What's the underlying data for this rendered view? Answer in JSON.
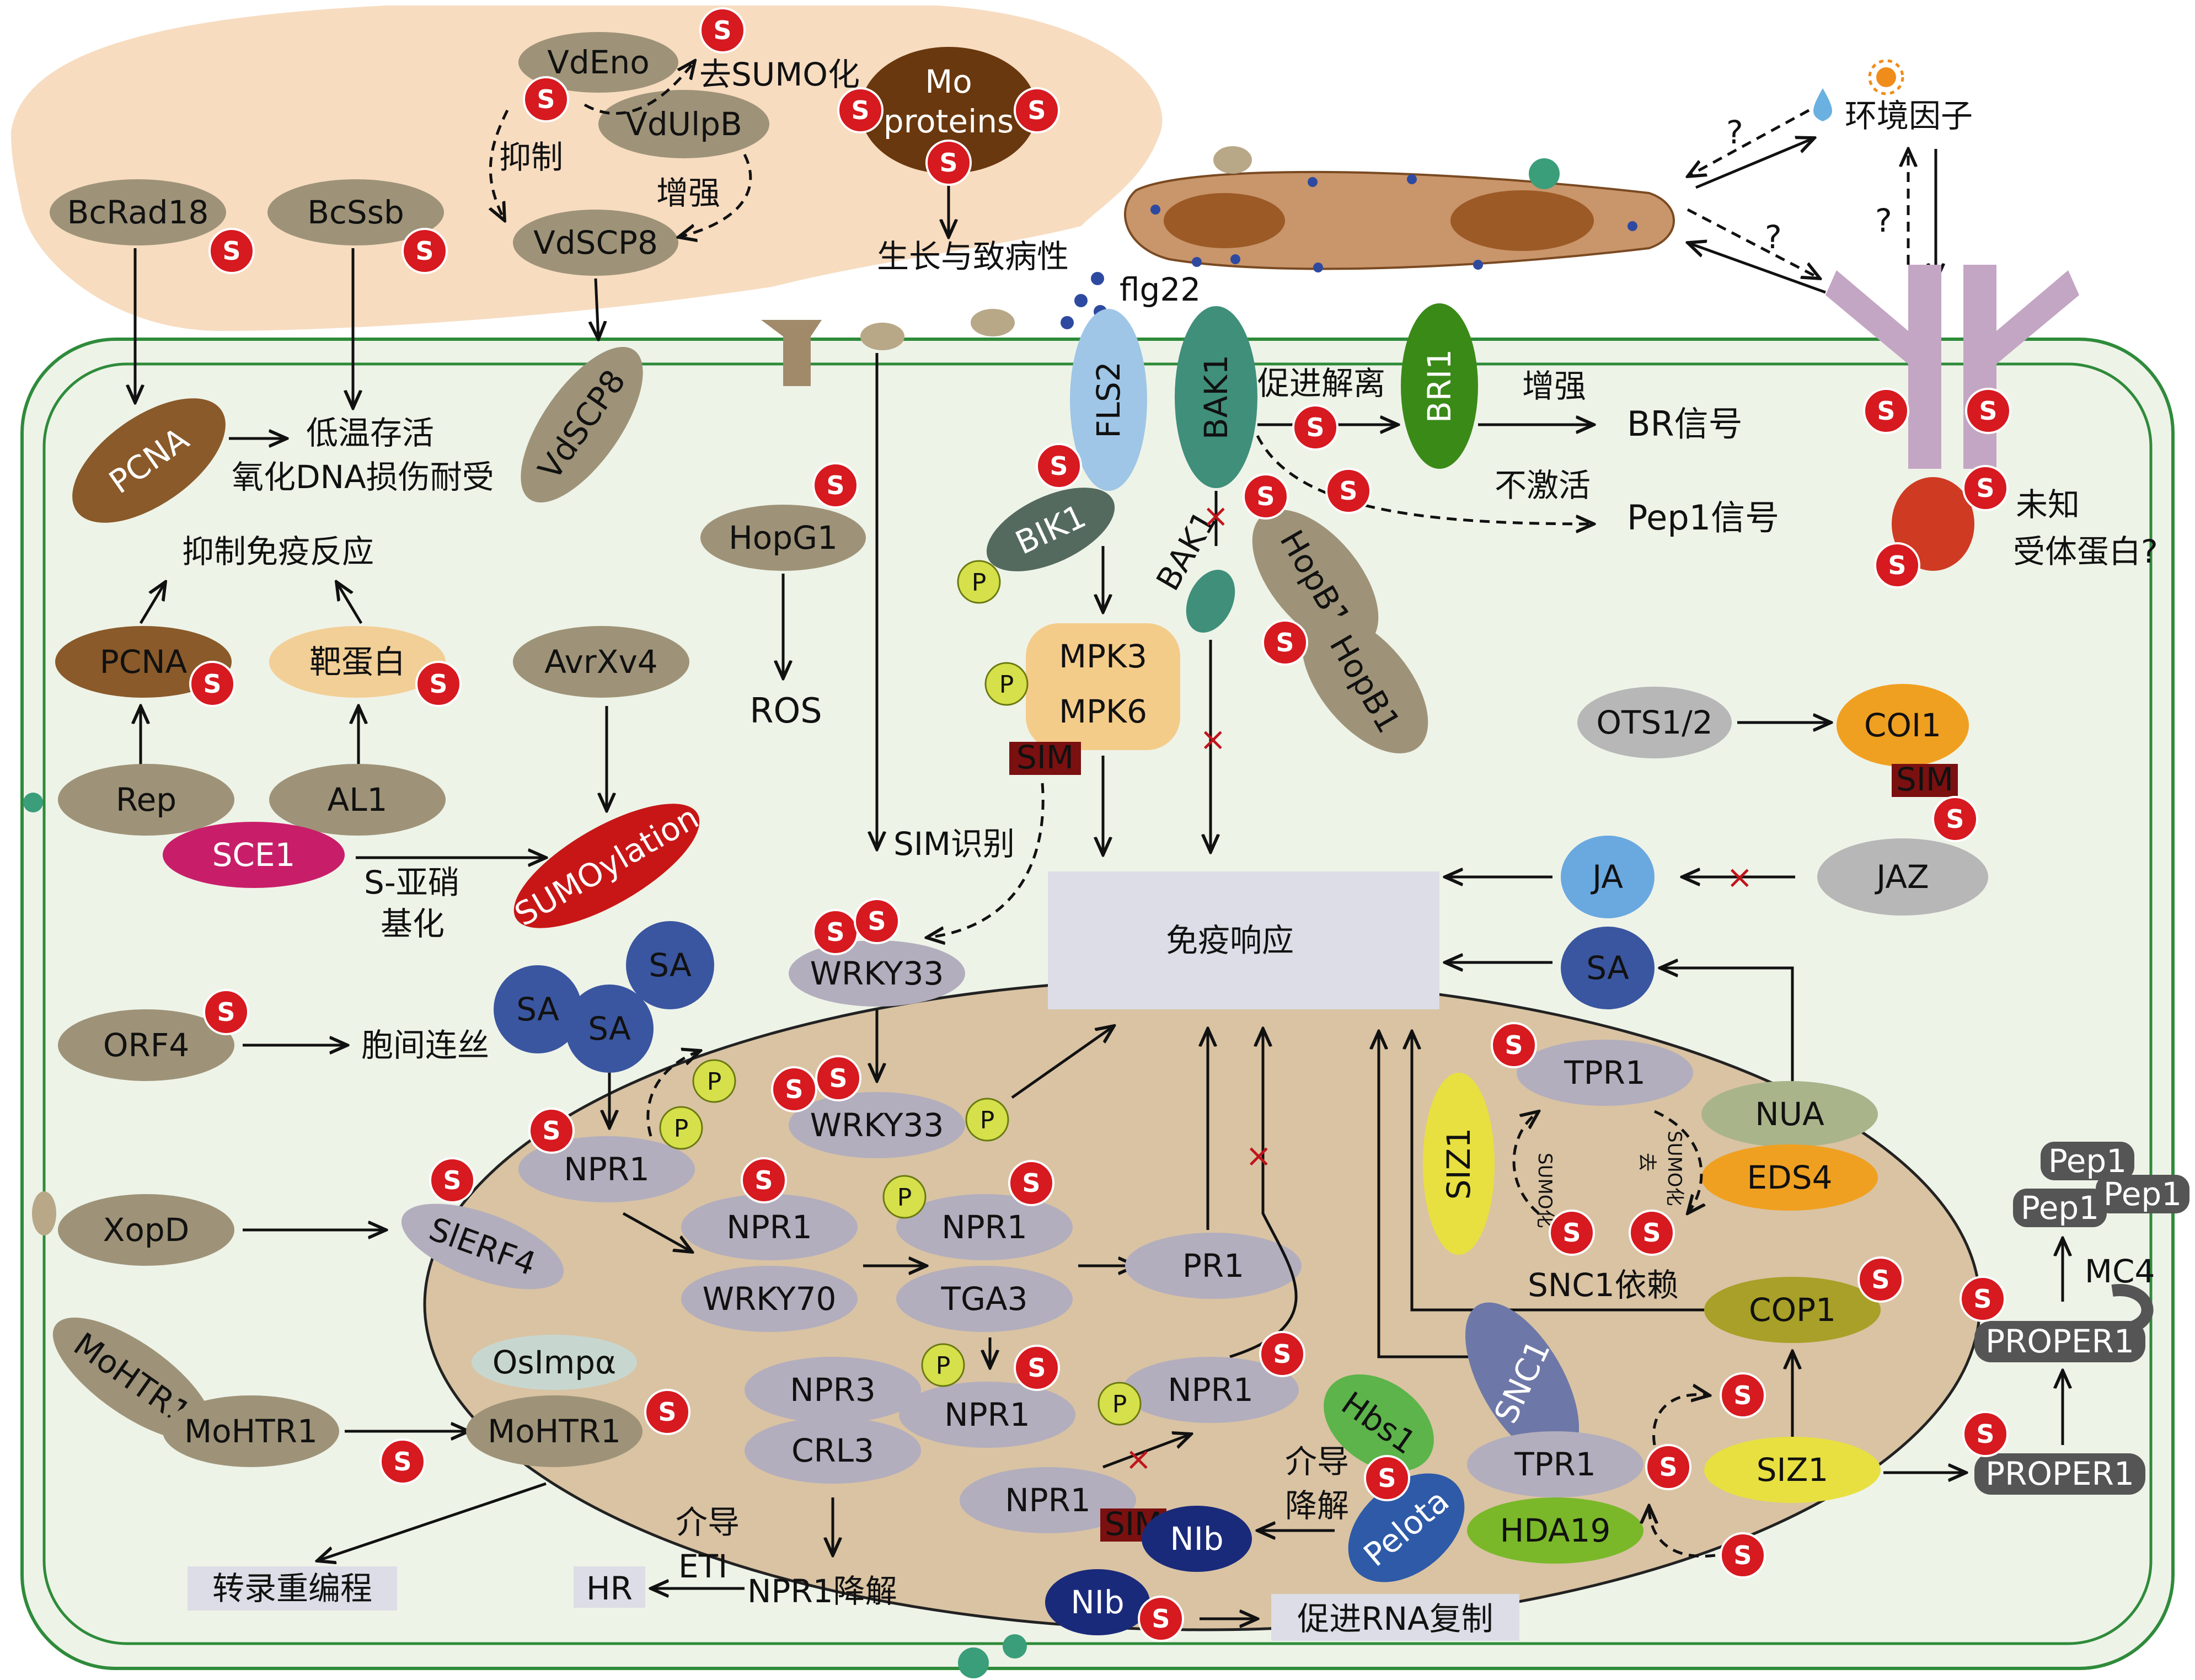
{
  "pathogen": {
    "proteins": {
      "vdeno": "VdEno",
      "vdulpb": "VdUlpB",
      "vdscp8": "VdSCP8",
      "vdscp8_cell": "VdSCP8",
      "bcrad18": "BcRad18",
      "bcssb": "BcSsb",
      "mo_line1": "Mo",
      "mo_line2": "proteins"
    },
    "labels": {
      "desumo": "去SUMO化",
      "inhibit": "抑制",
      "enhance": "增强",
      "growth": "生长与致病性",
      "flg22": "flg22"
    }
  },
  "environment": {
    "env_factor": "环境因子",
    "q1": "?",
    "q2": "?",
    "q3": "?",
    "unknown_line1": "未知",
    "unknown_line2": "受体蛋白?"
  },
  "membrane": {
    "fls2": "FLS2",
    "bak1": "BAK1",
    "bak1_free": "BAK1",
    "bri1": "BRI1",
    "bik1": "BIK1",
    "hopb1_a": "HopB1",
    "hopb1_b": "HopB1",
    "promote_dissociation": "促进解离",
    "enhance": "增强",
    "br_signal": "BR信号",
    "not_activate": "不激活",
    "pep1_signal": "Pep1信号"
  },
  "cytoplasm": {
    "pcna_top": "PCNA",
    "cold_line1": "低温存活",
    "cold_line2": "氧化DNA损伤耐受",
    "hopg1": "HopG1",
    "ros": "ROS",
    "mpk3": "MPK3",
    "mpk6": "MPK6",
    "sim": "SIM",
    "sim_recog": "SIM识别",
    "suppress_immunity": "抑制免疫反应",
    "pcna": "PCNA",
    "target": "靶蛋白",
    "avrxv4": "AvrXv4",
    "rep": "Rep",
    "al1": "AL1",
    "sce1": "SCE1",
    "s_nitro_line1": "S-亚硝",
    "s_nitro_line2": "基化",
    "sumoylation": "SUMOylation",
    "orf4": "ORF4",
    "plasmodesmata": "胞间连丝",
    "sa1": "SA",
    "sa2": "SA",
    "sa3": "SA",
    "xopd": "XopD",
    "moht1a": "MoHTR1",
    "moht1b": "MoHTR1",
    "transcription": "转录重编程",
    "ots": "OTS1/2",
    "coi1": "COI1",
    "coi_sim": "SIM",
    "ja": "JA",
    "jaz": "JAZ",
    "sa_right": "SA",
    "immune": "免疫响应",
    "pep1a": "Pep1",
    "pep1b": "Pep1",
    "pep1c": "Pep1",
    "mc4": "MC4",
    "proper1_top": "PROPER1",
    "proper1_bot": "PROPER1",
    "nib_out": "NIb",
    "rna_rep": "促进RNA复制"
  },
  "nucleus": {
    "wrky33a": "WRKY33",
    "wrky33b": "WRKY33",
    "npr1_main": "NPR1",
    "slerf4": "SlERF4",
    "npr1_b": "NPR1",
    "wrky70": "WRKY70",
    "npr1_c": "NPR1",
    "tga3": "TGA3",
    "pr1": "PR1",
    "npr3": "NPR3",
    "crl3": "CRL3",
    "npr1_d": "NPR1",
    "npr1_e": "NPR1",
    "npr1_f": "NPR1",
    "eti_line1": "介导",
    "eti_line2": "ETI",
    "hr": "HR",
    "npr1_deg": "NPR1降解",
    "osimpa": "OsImpα",
    "moht1_nuc": "MoHTR1",
    "siz1_left": "SIZ1",
    "tpr1_top": "TPR1",
    "nua": "NUA",
    "eds4": "EDS4",
    "sumo_small": "SUMO化",
    "desumo_small_a": "去",
    "desumo_small_b": "SUMO化",
    "snc1_dep": "SNC1依赖",
    "cop1": "COP1",
    "snc1": "SNC1",
    "tpr1": "TPR1",
    "hda19": "HDA19",
    "siz1": "SIZ1",
    "hbs1": "Hbs1",
    "pelota": "Pelota",
    "mediate_line1": "介导",
    "mediate_line2": "降解",
    "sim_nib": "SIM",
    "nib_in": "NIb"
  },
  "marks": {
    "s": "S",
    "p": "P"
  },
  "colors": {
    "pathogen_bg": "#f7dcc0",
    "cell_bg": "#eef3e8",
    "nucleus_bg": "#d9c3a3",
    "membrane": "#2e8b3a",
    "sumo_red": "#d71920",
    "phospho_green": "#d6e04a",
    "immune_box": "#dcdde6"
  }
}
